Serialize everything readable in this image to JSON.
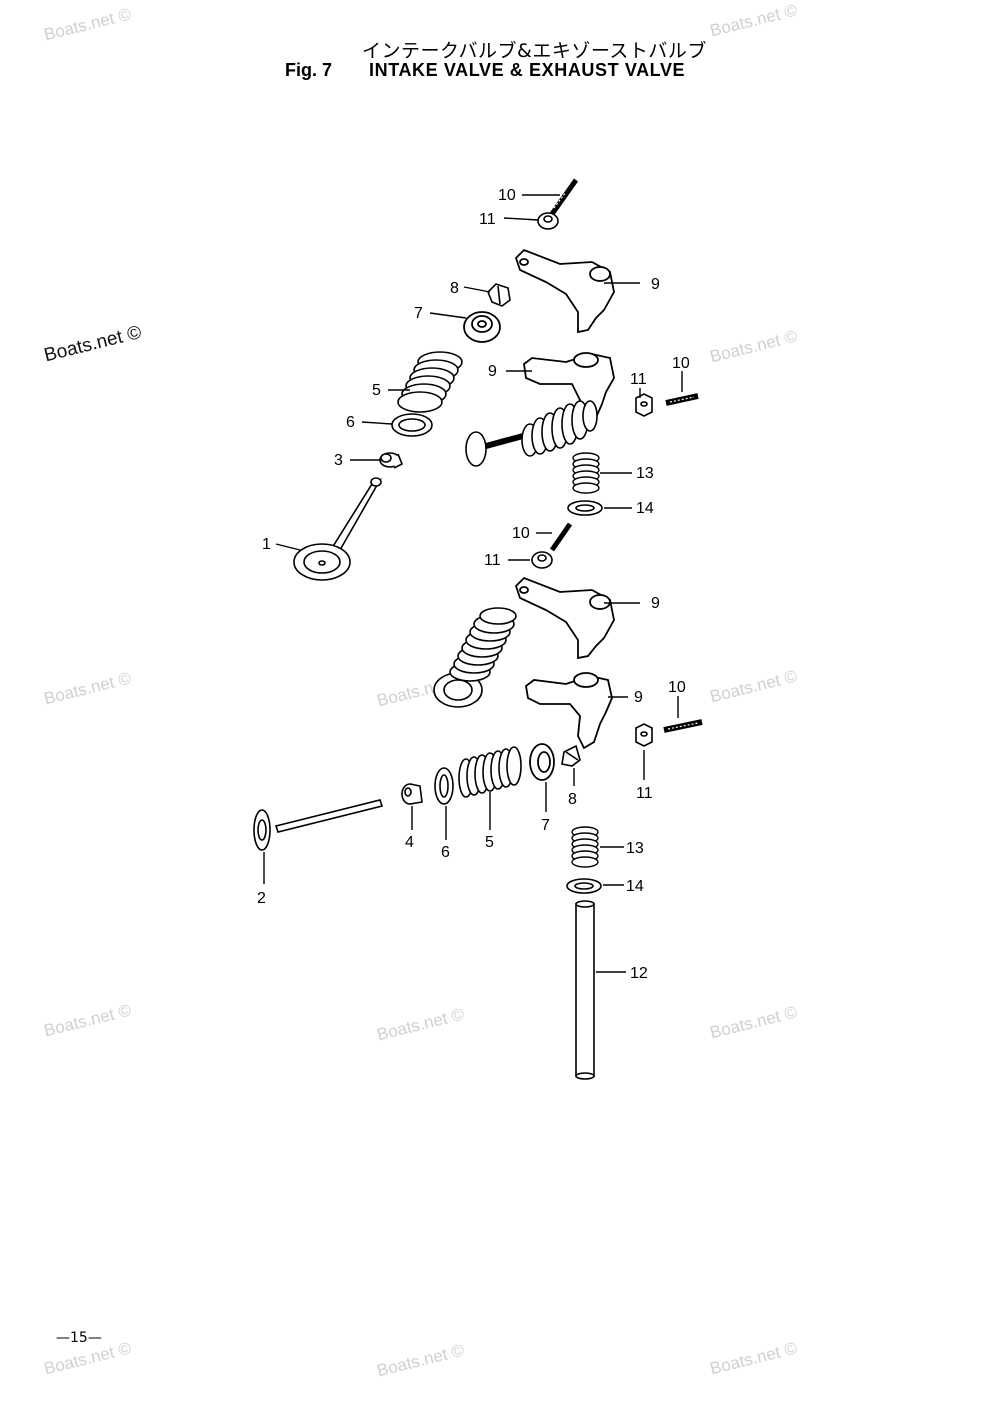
{
  "header": {
    "title_jp": "インテークバルブ&エキゾーストバルブ",
    "fig_label": "Fig. 7",
    "title_en": "INTAKE VALVE & EXHAUST VALVE"
  },
  "footer": {
    "page_number": "—15—"
  },
  "watermark": {
    "text": "Boats.net ©"
  },
  "callouts": {
    "c10a": "10",
    "c11a": "11",
    "c9a": "9",
    "c8a": "8",
    "c7a": "7",
    "c9b": "9",
    "c11b": "11",
    "c10b": "10",
    "c5a": "5",
    "c6a": "6",
    "c3": "3",
    "c13a": "13",
    "c14a": "14",
    "c1": "1",
    "c10c": "10",
    "c11c": "11",
    "c9c": "9",
    "c9d": "9",
    "c10d": "10",
    "c11d": "11",
    "c8b": "8",
    "c7b": "7",
    "c4": "4",
    "c6b": "6",
    "c5b": "5",
    "c2": "2",
    "c13b": "13",
    "c14b": "14",
    "c12": "12"
  }
}
